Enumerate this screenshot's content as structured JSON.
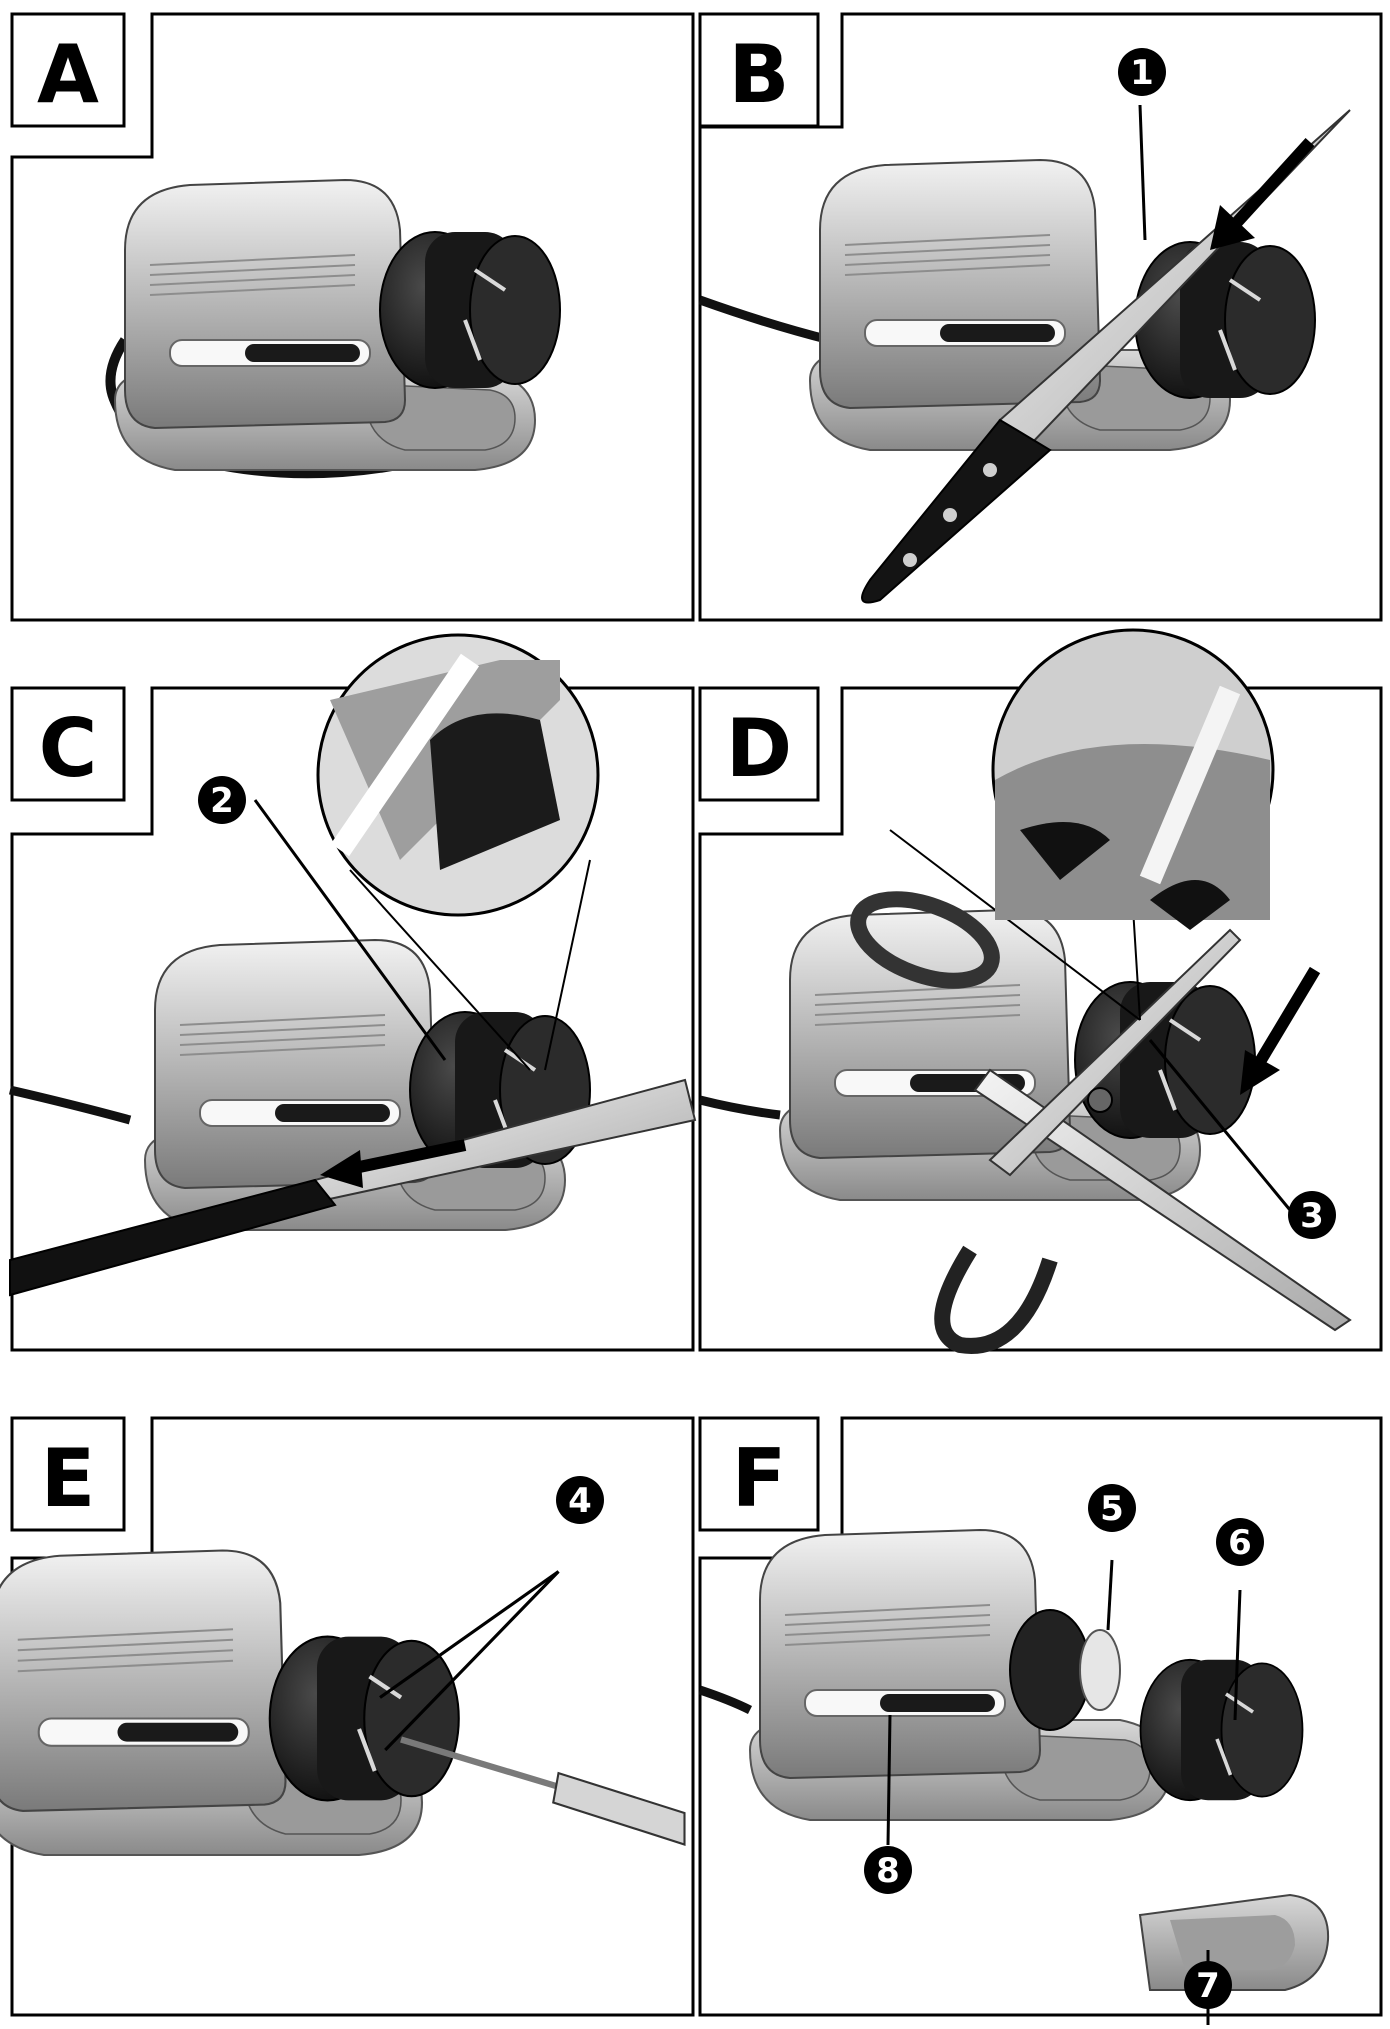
{
  "panels": [
    {
      "id": "A",
      "letter": "A",
      "callouts": []
    },
    {
      "id": "B",
      "letter": "B",
      "callouts": [
        "1"
      ]
    },
    {
      "id": "C",
      "letter": "C",
      "callouts": [
        "2"
      ]
    },
    {
      "id": "D",
      "letter": "D",
      "callouts": [
        "3"
      ]
    },
    {
      "id": "E",
      "letter": "E",
      "callouts": [
        "4"
      ]
    },
    {
      "id": "F",
      "letter": "F",
      "callouts": [
        "5",
        "6",
        "7",
        "8"
      ]
    }
  ],
  "colors": {
    "ink": "#000000",
    "housing": "#b9b9b9",
    "housing_light": "#e2e2e2",
    "housing_dark": "#7d7d7d",
    "wheel": "#1c1c1c"
  }
}
